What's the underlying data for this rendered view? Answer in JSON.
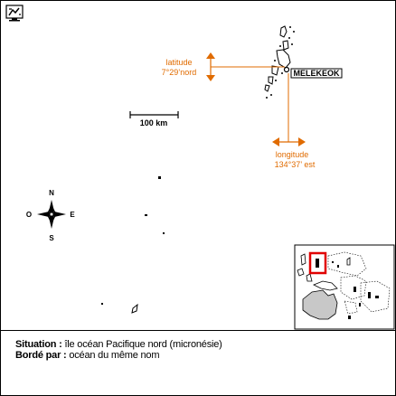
{
  "map": {
    "capital_label": "MELEKEOK",
    "latitude": {
      "label": "latitude",
      "value": "7°29’nord"
    },
    "longitude": {
      "label": "longitude",
      "value": "134°37’ est"
    },
    "scale_label": "100 km",
    "compass": {
      "north": "N",
      "south": "S",
      "east": "E",
      "west": "O"
    },
    "accent_color": "#e06b00",
    "inset_highlight_color": "#e00000",
    "top_icon": "map-monitor-icon"
  },
  "info": {
    "situation_label": "Situation :",
    "situation_value": "île océan Pacifique nord (micronésie)",
    "borders_label": "Bordé par :",
    "borders_value": "océan du même nom"
  }
}
